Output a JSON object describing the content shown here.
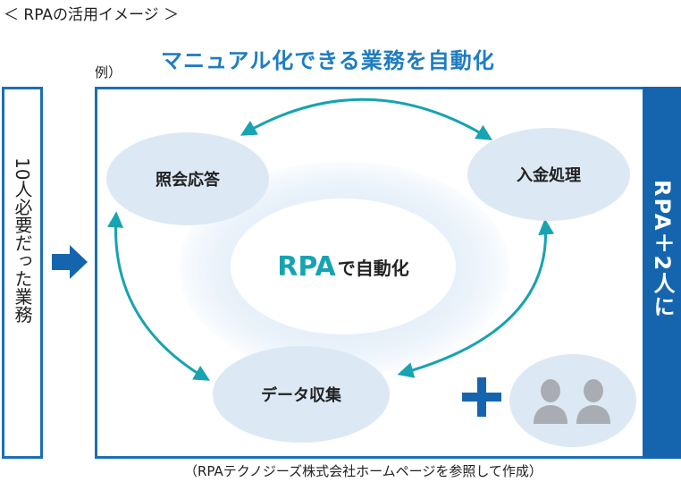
{
  "header": {
    "caption": "＜ RPAの活用イメージ ＞",
    "headline": "マニュアル化できる業務を自動化",
    "example_label": "例）"
  },
  "left_panel": {
    "text": "10人必要だった業務"
  },
  "right_panel": {
    "text": "RPA＋2人に"
  },
  "diagram": {
    "center_main": "RPA",
    "center_sub": "で自動化",
    "nodes": {
      "top_left": "照会応答",
      "top_right": "入金処理",
      "bottom": "データ収集"
    }
  },
  "footer": {
    "caption": "（RPAテクノジーズ株式会社ホームページを参照して作成）"
  },
  "colors": {
    "headline": "#1f7cc1",
    "frame": "#1c6fb3",
    "accent_band": "#1565ae",
    "node_fill": "#dce9f5",
    "arrow_teal": "#17a3b1",
    "person_gray": "#a9adb3"
  },
  "icons": [
    "right-arrow-icon",
    "plus-icon",
    "person-icon"
  ]
}
